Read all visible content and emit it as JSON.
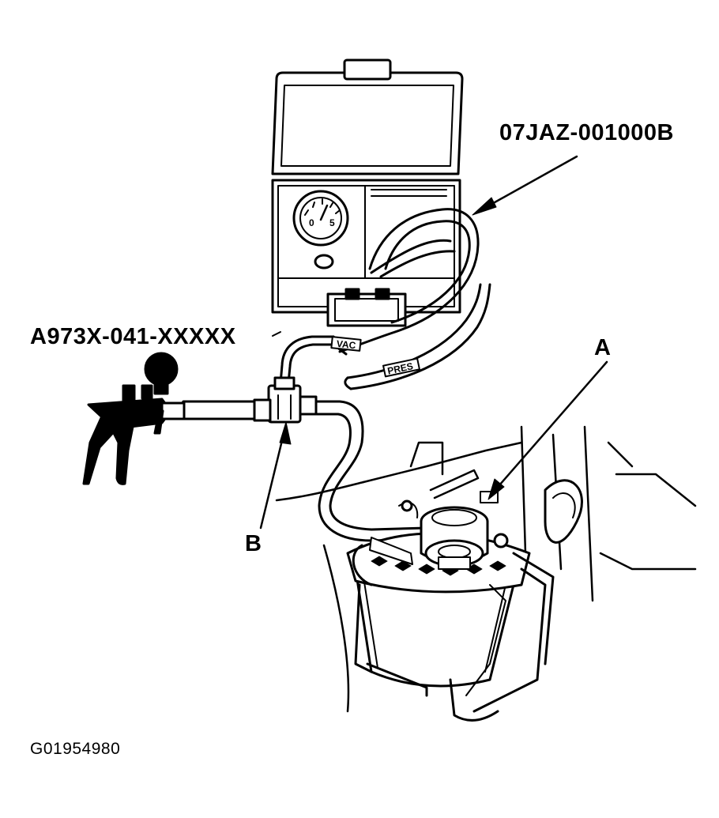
{
  "labels": {
    "tester_part_number": "07JAZ-001000B",
    "pump_part_number": "A973X-041-XXXXX",
    "callout_a": "A",
    "callout_b": "B",
    "figure_id": "G01954980",
    "hose_tag_pres": "PRES",
    "hose_tag_vac": "VAC"
  },
  "colors": {
    "line": "#000000",
    "fill_light": "#ffffff",
    "fill_dark": "#000000"
  }
}
